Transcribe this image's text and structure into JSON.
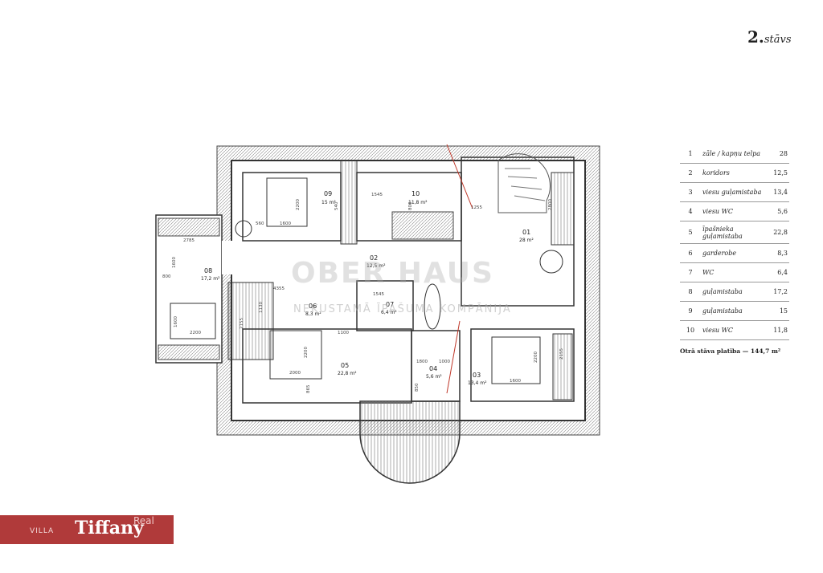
{
  "header": {
    "floor_number": "2.",
    "floor_word": "stāvs"
  },
  "rooms": [
    {
      "no": "1",
      "name": "zāle / kapņu telpa",
      "area": "28"
    },
    {
      "no": "2",
      "name": "koridors",
      "area": "12,5"
    },
    {
      "no": "3",
      "name": "viesu guļamistaba",
      "area": "13,4"
    },
    {
      "no": "4",
      "name": "viesu WC",
      "area": "5,6"
    },
    {
      "no": "5",
      "name": "īpašnieka guļamistaba",
      "area": "22,8"
    },
    {
      "no": "6",
      "name": "garderobe",
      "area": "8,3"
    },
    {
      "no": "7",
      "name": "WC",
      "area": "6,4"
    },
    {
      "no": "8",
      "name": "guļamistaba",
      "area": "17,2"
    },
    {
      "no": "9",
      "name": "guļamistaba",
      "area": "15"
    },
    {
      "no": "10",
      "name": "viesu WC",
      "area": "11,8"
    }
  ],
  "total_label": "Otrā stāva platība — 144,7 m²",
  "plan_labels": {
    "r01": "01",
    "r01a": "28 m²",
    "r02": "02",
    "r02a": "12,5 m²",
    "r03": "03",
    "r03a": "13,4 m²",
    "r04": "04",
    "r04a": "5,6 m²",
    "r05": "05",
    "r05a": "22,8 m²",
    "r06": "06",
    "r06a": "8,3 m²",
    "r07": "07",
    "r07a": "6,4 m²",
    "r08": "08",
    "r08a": "17,2 m²",
    "r09": "09",
    "r09a": "15 m²",
    "r10": "10",
    "r10a": "11,8 m²"
  },
  "dimensions": {
    "d1600a": "1600",
    "d2200a": "2200",
    "d560": "560",
    "d540": "540",
    "d1545a": "1545",
    "d800a": "800",
    "d1255": "1255",
    "d2800": "2800",
    "d2785": "2785",
    "d1600b": "1600",
    "d800b": "800",
    "d2200b": "2200",
    "d1600c": "1600",
    "d4355": "4355",
    "d1545b": "1545",
    "d1130": "1130",
    "d2155": "2155",
    "d1100": "1100",
    "d2000": "2000",
    "d2200c": "2200",
    "d865": "865",
    "d1800": "1800",
    "d1000": "1000",
    "d1600d": "1600",
    "d2200d": "2200",
    "d2155b": "2155",
    "d850": "850"
  },
  "watermark": {
    "line1": "OBER HAUS",
    "line2": "NEKUSTAMĀ ĪPAŠUMA KOMPĀNIJA"
  },
  "logo": {
    "villa": "VILLA",
    "name": "Tiffany",
    "real": "Real"
  }
}
